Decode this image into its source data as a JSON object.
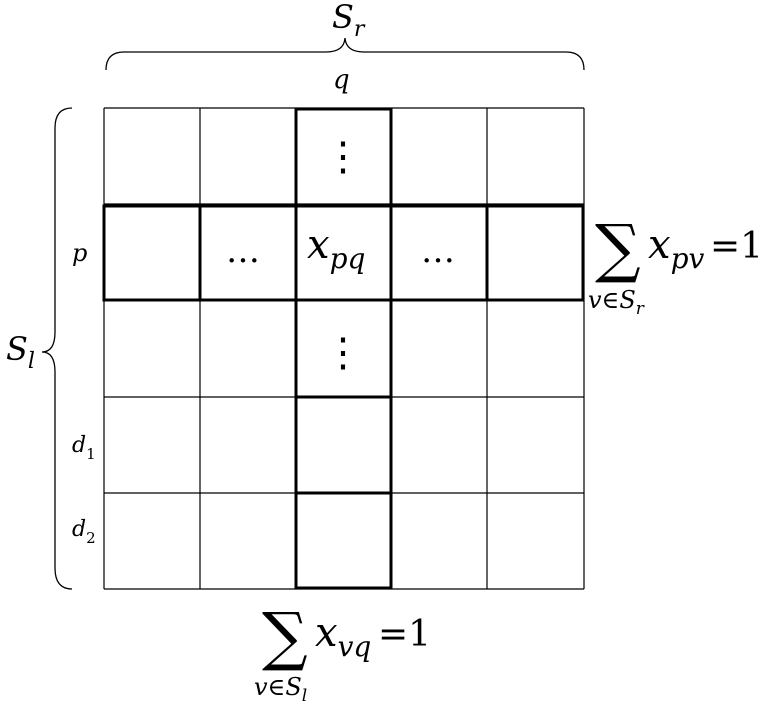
{
  "matrix": {
    "rows": 5,
    "cols": 5,
    "highlighted_row": 1,
    "highlighted_col": 2,
    "cell_x": "x",
    "cell_x_sub": "pq",
    "hdots": "…",
    "vdots": "⋮"
  },
  "labels": {
    "top_brace": {
      "main": "S",
      "sub": "r"
    },
    "left_brace": {
      "main": "S",
      "sub": "l"
    },
    "col_q": "q",
    "row_p": "p",
    "row_d1": {
      "main": "d",
      "sub": "1"
    },
    "row_d2": {
      "main": "d",
      "sub": "2"
    }
  },
  "constraints": {
    "row_sum": {
      "sigma": "∑",
      "term": "x",
      "term_sub": "pv",
      "equals": "=1",
      "limit": "v∈S",
      "limit_sub": "r"
    },
    "col_sum": {
      "sigma": "∑",
      "term": "x",
      "term_sub": "vq",
      "equals": "=1",
      "limit": "v∈S",
      "limit_sub": "l"
    }
  }
}
